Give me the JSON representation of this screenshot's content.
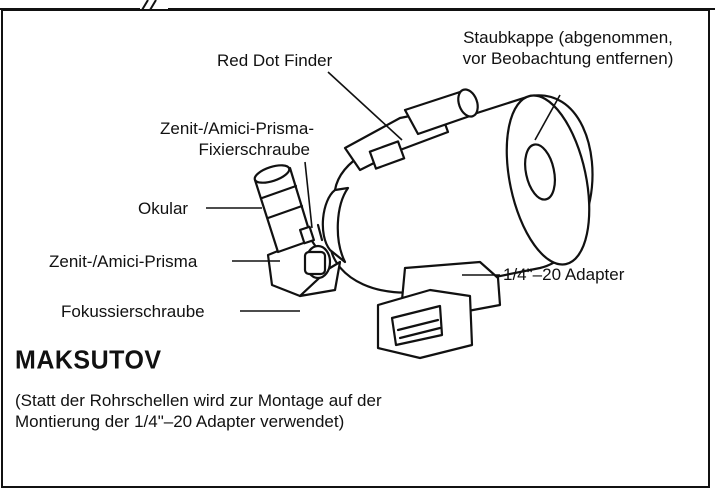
{
  "labels": {
    "red_dot_finder": "Red Dot Finder",
    "dust_cap_line1": "Staubkappe (abgenommen,",
    "dust_cap_line2": "vor Beobachtung entfernen)",
    "prism_screw_line1": "Zenit-/Amici-Prisma-",
    "prism_screw_line2": "Fixierschraube",
    "eyepiece": "Okular",
    "prism": "Zenit-/Amici-Prisma",
    "adapter": "1/4\"–20 Adapter",
    "focus_knob": "Fokussierschraube"
  },
  "title": "MAKSUTOV",
  "note": {
    "line1": "(Statt der Rohrschellen wird zur Montage auf der",
    "line2": "Montierung der 1/4\"–20 Adapter verwendet)"
  }
}
